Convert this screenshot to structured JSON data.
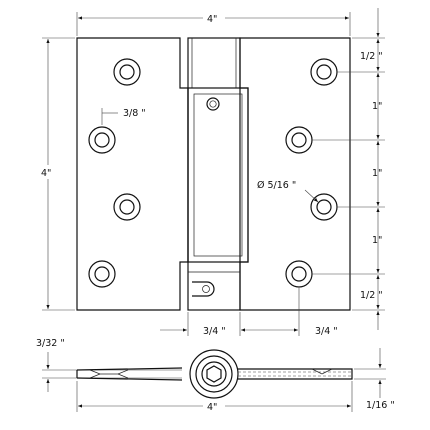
{
  "dimensions": {
    "overall_width": "4\"",
    "overall_height": "4\"",
    "top_margin": "1/2 \"",
    "hole_spacing_1": "1\"",
    "hole_spacing_2": "1\"",
    "hole_spacing_3": "1\"",
    "bottom_margin": "1/2 \"",
    "hole_offset": "3/8 \"",
    "hole_diameter": "Ø 5/16 \"",
    "left_leaf_to_knuckle": "3/4 \"",
    "right_knuckle_to_hole": "3/4 \"",
    "leaf_thickness": "3/32 \"",
    "side_width": "4\"",
    "side_gap": "1/16 \""
  }
}
